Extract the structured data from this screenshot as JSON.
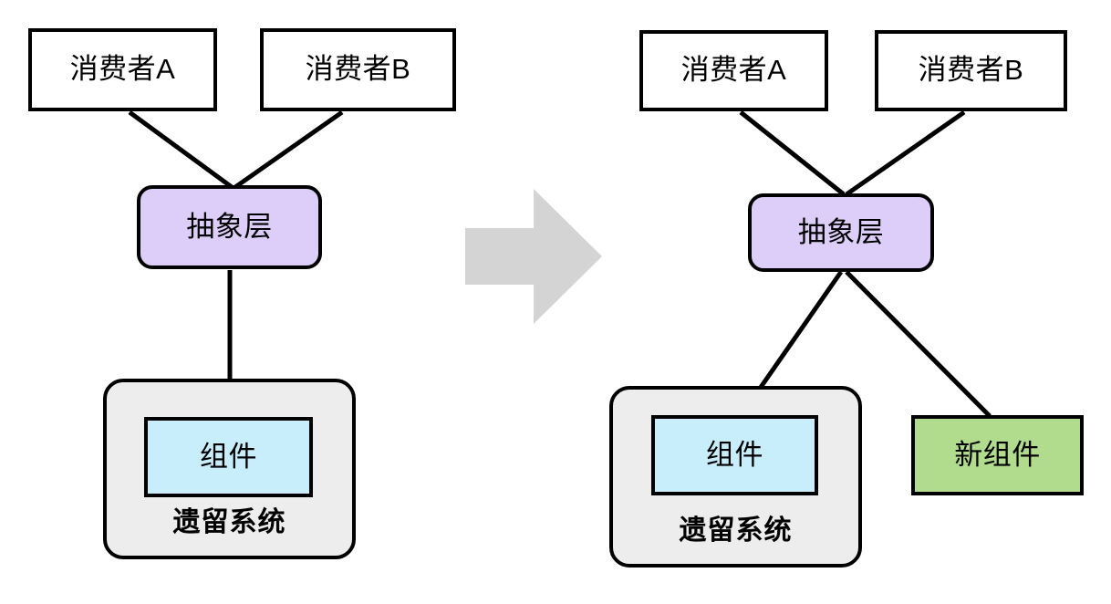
{
  "diagram": {
    "title": "Abstraction layer refactoring (before / after)",
    "colors": {
      "abstraction_fill": "#DCCEF8",
      "legacy_fill": "#EDEDED",
      "component_fill": "#C8EDFB",
      "new_component_fill": "#B2DC8D",
      "arrow_fill": "#D4D4D4",
      "stroke": "#000000",
      "background": "#FFFFFF"
    },
    "before": {
      "consumer_a": "消费者A",
      "consumer_b": "消费者B",
      "abstraction": "抽象层",
      "legacy_system": "遗留系统",
      "component": "组件"
    },
    "transition": {
      "icon": "right-arrow-icon"
    },
    "after": {
      "consumer_a": "消费者A",
      "consumer_b": "消费者B",
      "abstraction": "抽象层",
      "legacy_system": "遗留系统",
      "component": "组件",
      "new_component": "新组件"
    }
  }
}
